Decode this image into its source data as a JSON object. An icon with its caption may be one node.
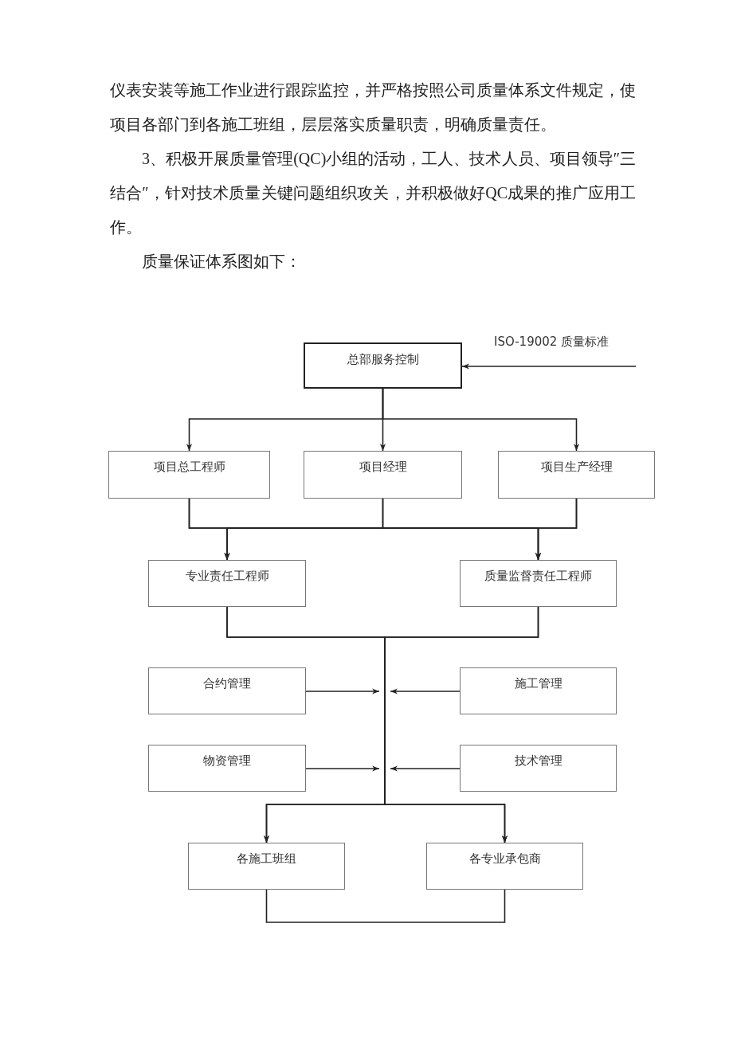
{
  "diagram": {
    "nodes": [
      {
        "text": [
          "总部服务控制"
        ]
      },
      {
        "text": [
          "项目总工程师"
        ]
      },
      {
        "text": [
          "项目经理"
        ]
      },
      {
        "text": [
          "项目生产经理"
        ]
      },
      {
        "text": [
          "专业责任工程师"
        ]
      },
      {
        "text": [
          "质量监督责任工程师"
        ]
      },
      {
        "text": [
          "合约管理"
        ]
      },
      {
        "text": [
          "施工管理"
        ]
      },
      {
        "text": [
          "物资管理"
        ]
      },
      {
        "text": [
          "技术管理"
        ]
      },
      {
        "text": [
          "各施工班组"
        ]
      },
      {
        "text": [
          "各专业承包商"
        ]
      }
    ],
    "edges": [
      {
        "from": null,
        "to": 0,
        "arrow": "to",
        "label": "ISO-19002 质量标准"
      },
      {
        "from": 0,
        "to": 1,
        "arrow": "to"
      },
      {
        "from": 0,
        "to": 2,
        "arrow": "to"
      },
      {
        "from": 0,
        "to": 3,
        "arrow": "to"
      },
      {
        "from": 1,
        "to": 4,
        "arrow": "to"
      },
      {
        "from": 1,
        "to": 5,
        "arrow": "to"
      },
      {
        "from": 2,
        "to": 4,
        "arrow": "to"
      },
      {
        "from": 2,
        "to": 5,
        "arrow": "to"
      },
      {
        "from": 3,
        "to": 4,
        "arrow": "to"
      },
      {
        "from": 3,
        "to": 5,
        "arrow": "to"
      },
      {
        "from": 4,
        "to": 10,
        "arrow": "to"
      },
      {
        "from": 4,
        "to": 11,
        "arrow": "to"
      },
      {
        "from": 5,
        "to": 10,
        "arrow": "to"
      },
      {
        "from": 5,
        "to": 11,
        "arrow": "to"
      },
      {
        "from": 6,
        "to": null,
        "arrow": "to"
      },
      {
        "from": 7,
        "to": null,
        "arrow": "to"
      },
      {
        "from": 8,
        "to": null,
        "arrow": "to"
      },
      {
        "from": 9,
        "to": null,
        "arrow": "to"
      },
      {
        "from": 10,
        "to": 11,
        "arrow": "none"
      }
    ],
    "labels": [
      "仪表安装等施工作业进行跟踪监控，并严格按照公司质量体系文件规定，使项目各部门到各施工班组，层层落实质量职责，明确质量责任。",
      "3、积极开展质量管理(QC)小组的活动，工人、技术人员、项目领导″三结合″，针对技术质量关键问题组织攻关，并积极做好QC成果的推广应用工作。",
      "质量保证体系图如下："
    ]
  }
}
